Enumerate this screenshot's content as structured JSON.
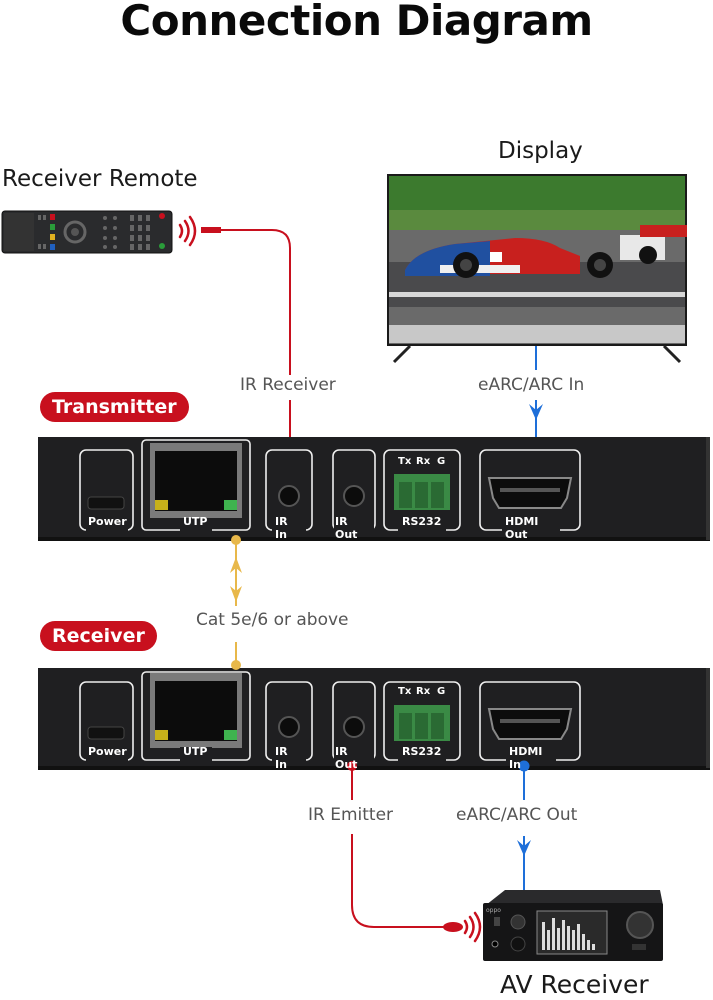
{
  "title": "Connection Diagram",
  "devices": {
    "receiver_remote": {
      "label": "Receiver Remote"
    },
    "display": {
      "label": "Display"
    },
    "av_receiver": {
      "label": "AV Receiver",
      "brand_text": "oppo"
    }
  },
  "units": {
    "transmitter": {
      "badge": "Transmitter",
      "ports": [
        "Power",
        "UTP",
        "IR In",
        "IR Out",
        "RS232",
        "HDMI Out"
      ],
      "rs232_pins": [
        "Tx",
        "Rx",
        "G"
      ]
    },
    "receiver": {
      "badge": "Receiver",
      "ports": [
        "Power",
        "UTP",
        "IR In",
        "IR Out",
        "RS232",
        "HDMI In"
      ],
      "rs232_pins": [
        "Tx",
        "Rx",
        "G"
      ]
    }
  },
  "connections": {
    "ir_receiver": "IR Receiver",
    "earc_in": "eARC/ARC In",
    "cat": "Cat 5e/6 or above",
    "ir_emitter": "IR Emitter",
    "earc_out": "eARC/ARC Out"
  },
  "colors": {
    "ir_line": "#c8101e",
    "hdmi_line": "#1e6fd9",
    "cat_line": "#e8b84a",
    "badge": "#c8101e",
    "chassis": "#1f1f21"
  }
}
